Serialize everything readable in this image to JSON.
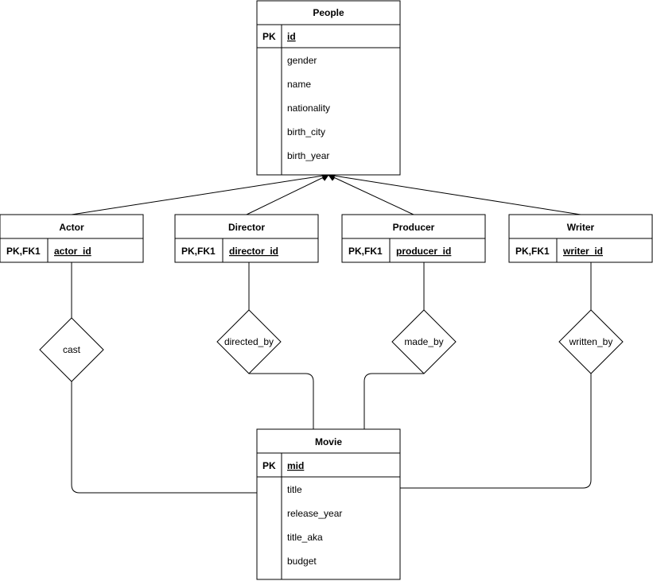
{
  "entities": {
    "people": {
      "title": "People",
      "key_label": "PK",
      "key_field": "id",
      "attributes": [
        "gender",
        "name",
        "nationality",
        "birth_city",
        "birth_year"
      ]
    },
    "actor": {
      "title": "Actor",
      "key_label": "PK,FK1",
      "key_field": "actor_id"
    },
    "director": {
      "title": "Director",
      "key_label": "PK,FK1",
      "key_field": "director_id"
    },
    "producer": {
      "title": "Producer",
      "key_label": "PK,FK1",
      "key_field": "producer_id"
    },
    "writer": {
      "title": "Writer",
      "key_label": "PK,FK1",
      "key_field": "writer_id"
    },
    "movie": {
      "title": "Movie",
      "key_label": "PK",
      "key_field": "mid",
      "attributes": [
        "title",
        "release_year",
        "title_aka",
        "budget"
      ]
    }
  },
  "relationships": {
    "cast": "cast",
    "directed_by": "directed_by",
    "made_by": "made_by",
    "written_by": "written_by"
  }
}
